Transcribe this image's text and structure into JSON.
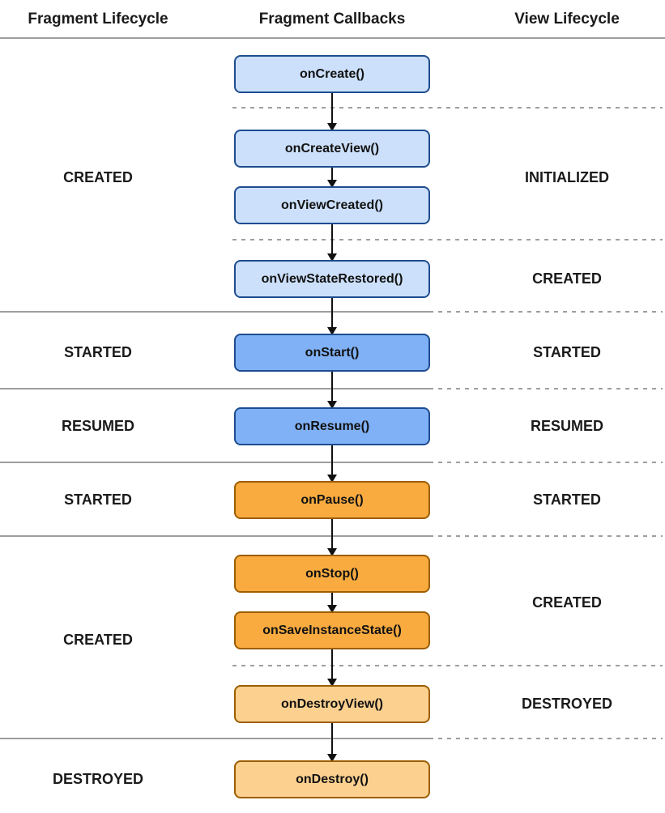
{
  "headers": {
    "fragment_lifecycle": "Fragment Lifecycle",
    "fragment_callbacks": "Fragment Callbacks",
    "view_lifecycle": "View Lifecycle"
  },
  "callbacks": [
    {
      "label": "onCreate()",
      "color": "light_blue"
    },
    {
      "label": "onCreateView()",
      "color": "light_blue"
    },
    {
      "label": "onViewCreated()",
      "color": "light_blue"
    },
    {
      "label": "onViewStateRestored()",
      "color": "light_blue"
    },
    {
      "label": "onStart()",
      "color": "blue"
    },
    {
      "label": "onResume()",
      "color": "blue"
    },
    {
      "label": "onPause()",
      "color": "orange"
    },
    {
      "label": "onStop()",
      "color": "orange"
    },
    {
      "label": "onSaveInstanceState()",
      "color": "orange"
    },
    {
      "label": "onDestroyView()",
      "color": "light_orange"
    },
    {
      "label": "onDestroy()",
      "color": "light_orange"
    }
  ],
  "fragment_states": [
    "CREATED",
    "STARTED",
    "RESUMED",
    "STARTED",
    "CREATED",
    "DESTROYED"
  ],
  "view_states": [
    "INITIALIZED",
    "CREATED",
    "STARTED",
    "RESUMED",
    "STARTED",
    "CREATED",
    "DESTROYED"
  ],
  "colors": {
    "light_blue": "#cce0fb",
    "blue": "#80b1f6",
    "orange": "#f9ab40",
    "light_orange": "#fcd190",
    "blue_border": "#1e4c8f",
    "orange_border": "#9c5e00",
    "line_gray": "#9e9e9e",
    "arrow_black": "#111111"
  }
}
